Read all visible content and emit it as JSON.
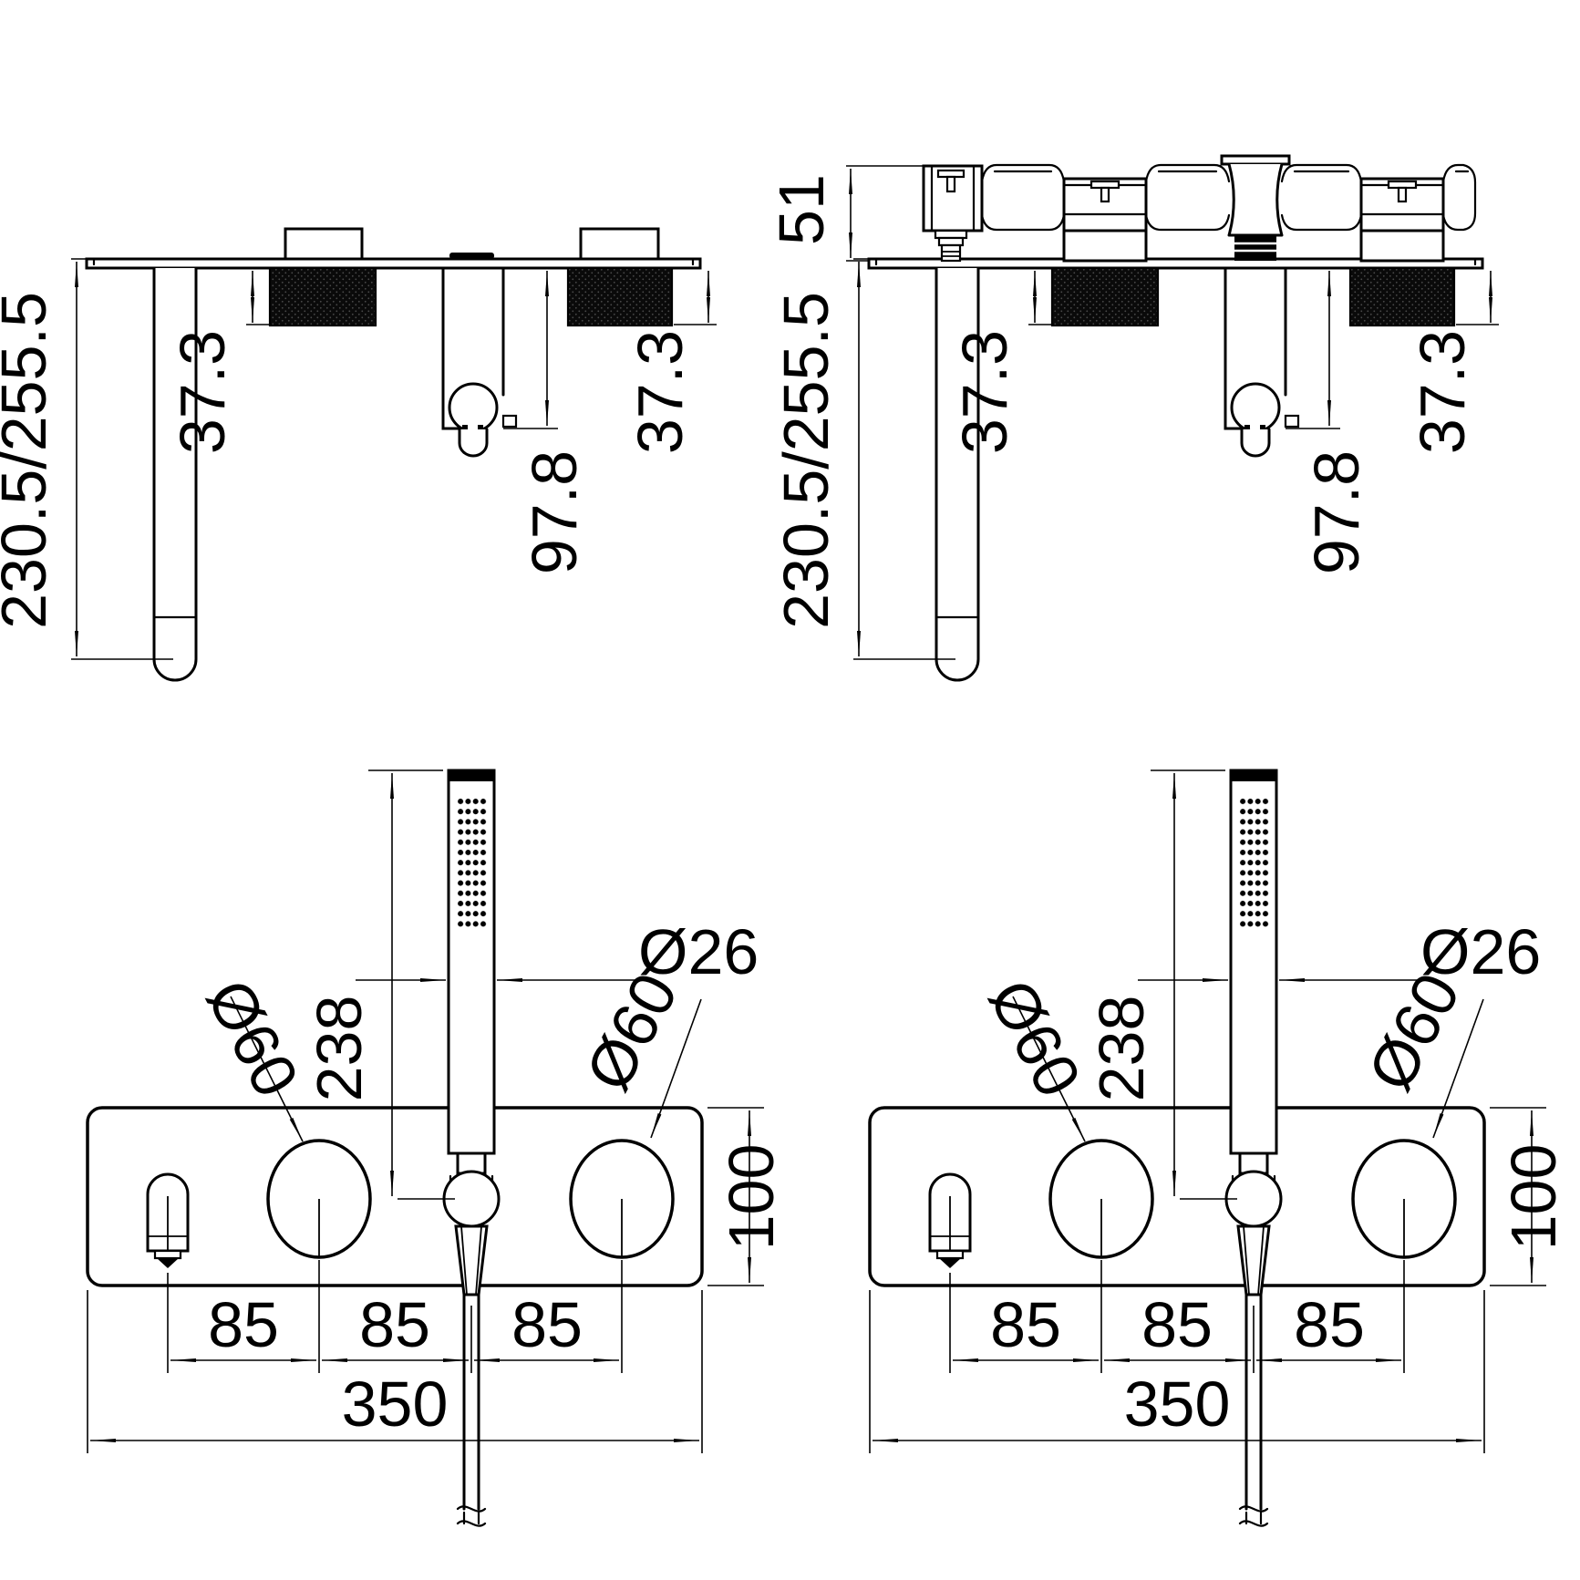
{
  "drawing": {
    "title": "bath-shower-mixer-dimension-drawing",
    "colors": {
      "line": "#000000",
      "background": "#ffffff"
    },
    "side": {
      "height_range": "230.5/255.5",
      "knob_inset_left": "37.3",
      "holder_drop": "97.8",
      "knob_inset_right": "37.3"
    },
    "side_back": {
      "wall_depth": "51"
    },
    "front": {
      "hand_shower_length": "238",
      "hand_shower_diameter": "Ø26",
      "knob_diameter_left": "Ø60",
      "knob_diameter_right": "Ø60",
      "plate_height": "100",
      "pitch_left": "85",
      "pitch_center": "85",
      "pitch_right": "85",
      "plate_width": "350"
    }
  }
}
